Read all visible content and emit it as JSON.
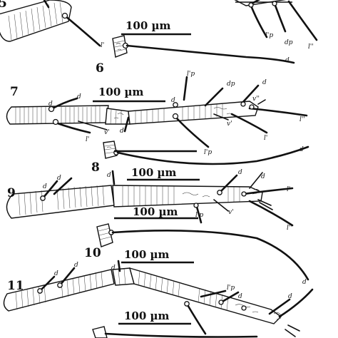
{
  "figures": [
    {
      "number": "5",
      "scale_label": "100 µm",
      "labels": [
        "l'",
        "l'p",
        "dp",
        "l''"
      ]
    },
    {
      "number": "6",
      "labels": [
        "d"
      ]
    },
    {
      "number": "7",
      "scale_label": "100 µm",
      "labels": [
        "d",
        "d",
        "l'",
        "v'",
        "d",
        "d",
        "l'p",
        "dp",
        "v''",
        "v'",
        "l'",
        "l''",
        "d"
      ]
    },
    {
      "number": "8",
      "scale_label": "100 µm",
      "labels": [
        "d"
      ]
    },
    {
      "number": "9",
      "scale_label": "100 µm",
      "labels": [
        "d",
        "d",
        "d",
        "l'p",
        "v'",
        "d",
        "l'",
        "l''",
        "d"
      ]
    },
    {
      "number": "10",
      "scale_label": "100 µm",
      "labels": []
    },
    {
      "number": "11",
      "scale_label": "100 µm",
      "labels": [
        "d",
        "d",
        "d",
        "l'p",
        "d",
        "d"
      ]
    }
  ]
}
